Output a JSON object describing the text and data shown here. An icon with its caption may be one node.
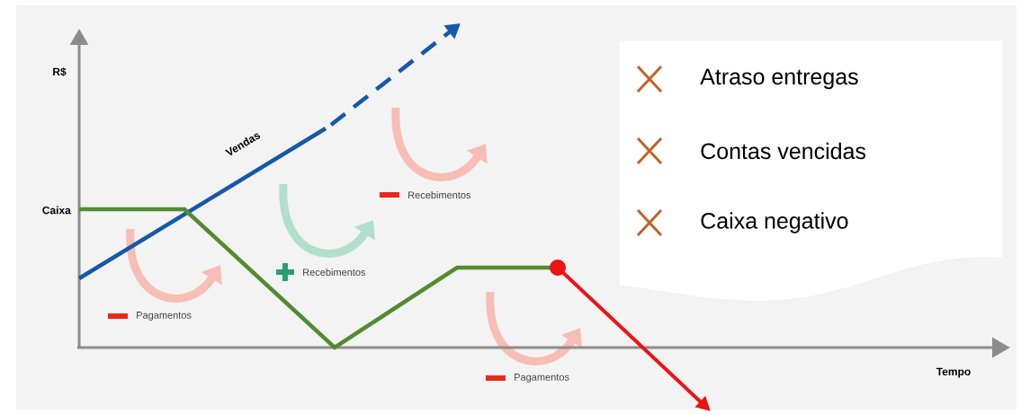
{
  "diagram": {
    "nodes": [
      {
        "text": [
          "Atraso entregas",
          "Contas vencidas",
          "Caixa negativo"
        ]
      }
    ],
    "labels": [
      "R$",
      "Vendas",
      "Recebimentos",
      "Caixa",
      "Recebimentos",
      "Pagamentos",
      "Tempo",
      "Pagamentos"
    ]
  }
}
